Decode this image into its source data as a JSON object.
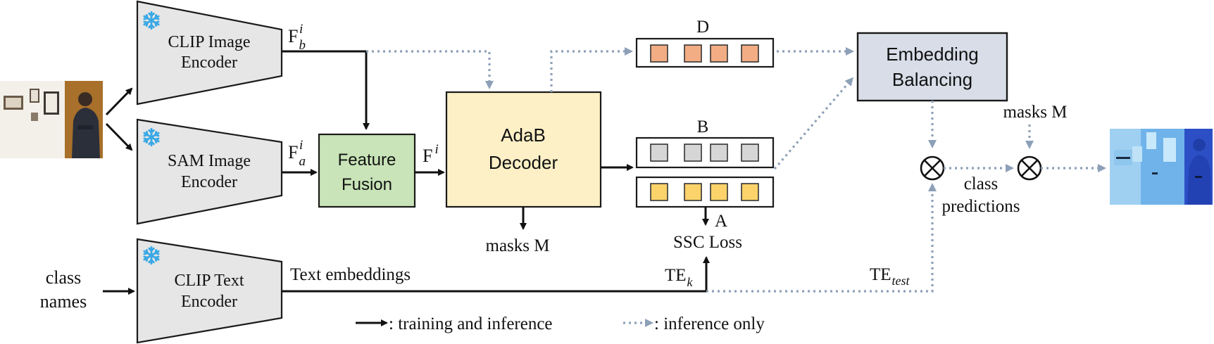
{
  "colors": {
    "encoder_fill": "#e6e6e6",
    "fusion_fill": "#c8e4b8",
    "decoder_fill": "#fdf0c6",
    "balancing_fill": "#d8dde8",
    "token_orange": "#f2ad84",
    "token_gray": "#d6d6d6",
    "token_yellow": "#fcd36a",
    "dotted_arrow": "#8da0b8",
    "snowflake": "#3aa8e6"
  },
  "icons": {
    "frozen": "snowflake-icon",
    "input": "input-photo",
    "output": "output-segmentation"
  },
  "encoders": {
    "clip_image": {
      "line1": "CLIP Image",
      "line2": "Encoder"
    },
    "sam_image": {
      "line1": "SAM Image",
      "line2": "Encoder"
    },
    "clip_text": {
      "line1": "CLIP Text",
      "line2": "Encoder"
    }
  },
  "features": {
    "fb": {
      "base": "F",
      "sub": "b",
      "sup": "i"
    },
    "fa": {
      "base": "F",
      "sub": "a",
      "sup": "i"
    },
    "fi": {
      "base": "F",
      "sup": "i"
    }
  },
  "blocks": {
    "fusion": {
      "line1": "Feature",
      "line2": "Fusion"
    },
    "decoder": {
      "line1": "AdaB",
      "line2": "Decoder"
    },
    "balancing": {
      "line1": "Embedding",
      "line2": "Balancing"
    }
  },
  "tokens": {
    "d_label": "D",
    "b_label": "B",
    "a_label": "A"
  },
  "labels": {
    "masks_decoder": "masks M",
    "masks_right": "masks M",
    "ssc_loss": "SSC Loss",
    "text_embeddings": "Text embeddings",
    "class_names_1": "class",
    "class_names_2": "names",
    "class_pred_1": "class",
    "class_pred_2": "predictions",
    "te_k_base": "TE",
    "te_k_sub": "k",
    "te_test_base": "TE",
    "te_test_sub": "test"
  },
  "legend": {
    "solid": ": training  and inference",
    "dotted": ": inference  only"
  }
}
